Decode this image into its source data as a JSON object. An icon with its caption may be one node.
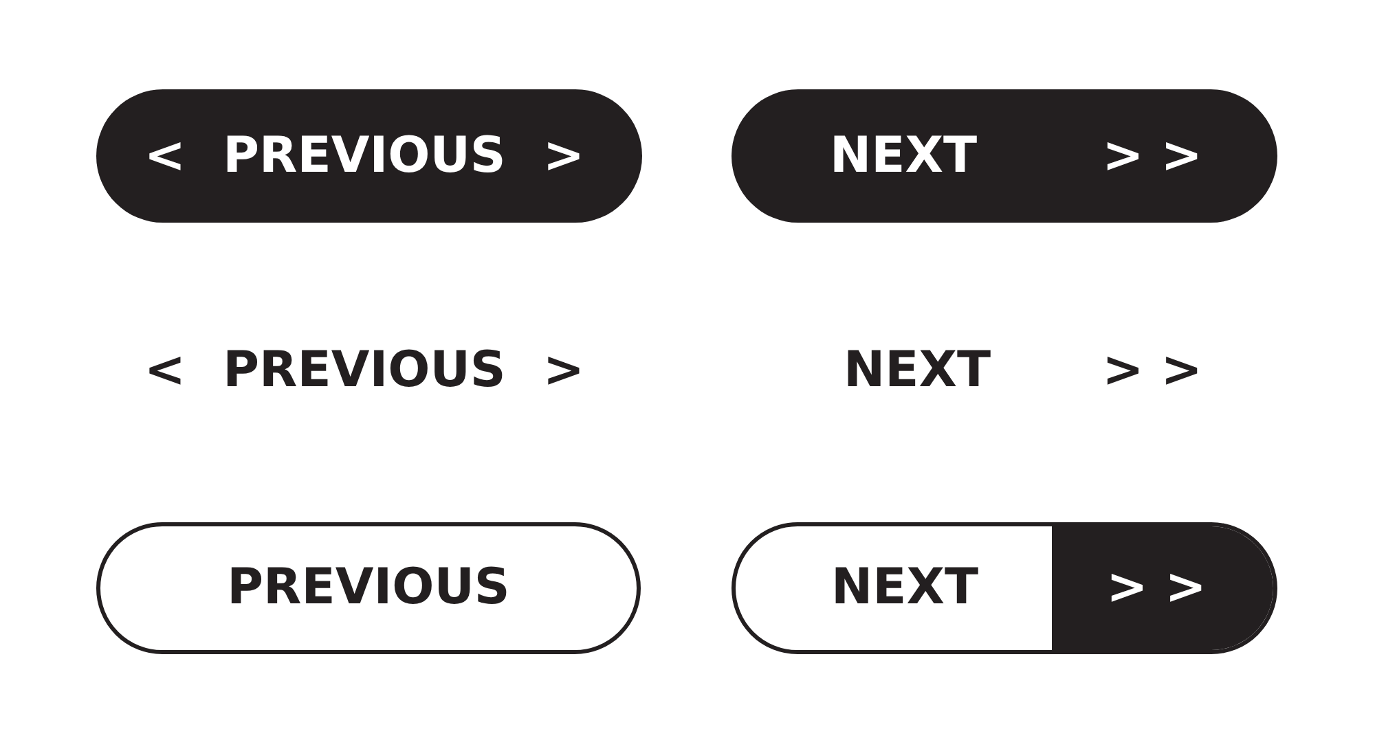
{
  "diagram": {
    "nodes": [
      {
        "text": [
          "<",
          "PREVIOUS",
          ">"
        ]
      },
      {
        "text": [
          "NEXT",
          "> >"
        ]
      },
      {
        "text": [
          "PREVIOUS"
        ]
      },
      {
        "text": [
          "NEXT",
          "> >"
        ]
      }
    ],
    "labels": [
      "<",
      "PREVIOUS",
      ">",
      "NEXT",
      "> >"
    ]
  }
}
